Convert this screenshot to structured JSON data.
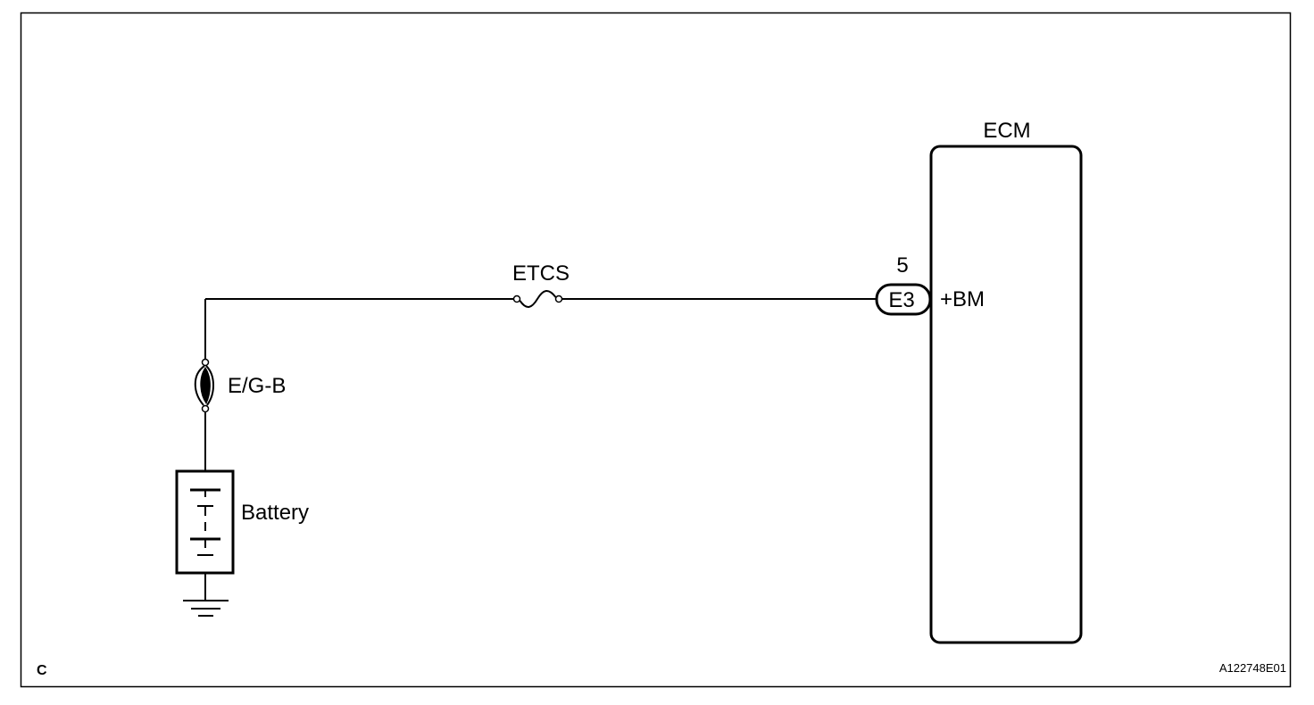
{
  "labels": {
    "ecm": "ECM",
    "pin_number": "5",
    "connector": "E3",
    "terminal": "+BM",
    "fuse_etcs": "ETCS",
    "fuse_eg_b": "E/G-B",
    "battery": "Battery",
    "corner_code": "C",
    "figure_id": "A122748E01"
  },
  "colors": {
    "line": "#000000",
    "background": "#ffffff"
  }
}
